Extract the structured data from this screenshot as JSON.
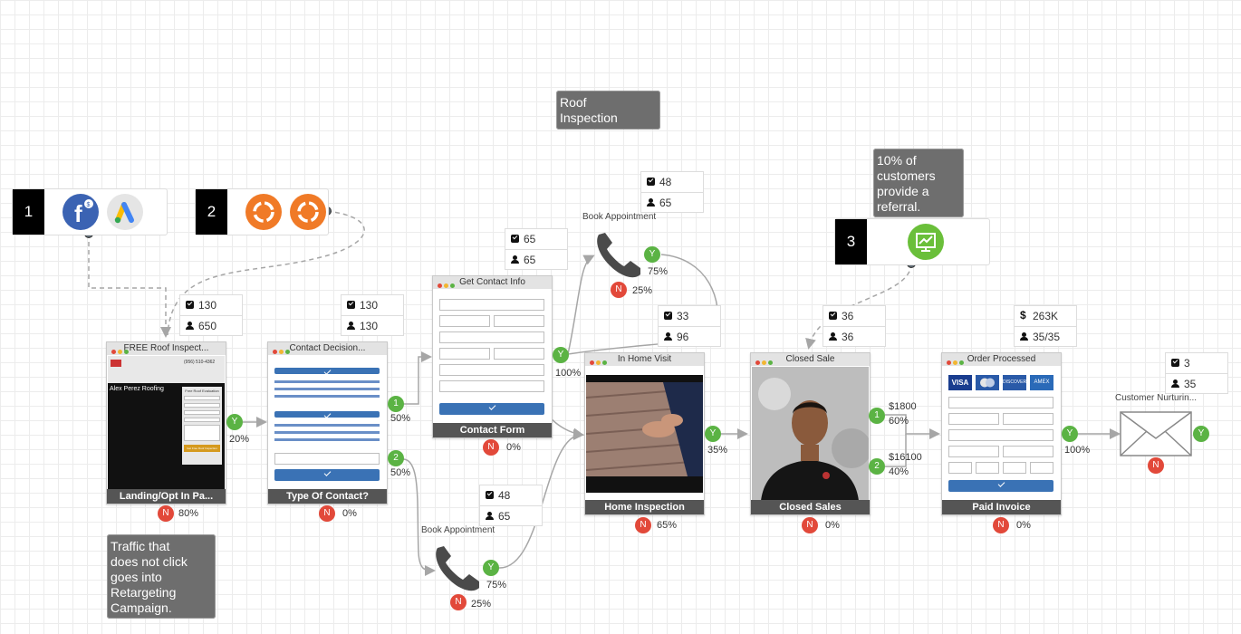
{
  "notes": {
    "top": "Roof\nInspection",
    "referral": "10% of\ncustomers\nprovide a\nreferral.",
    "retargeting": "Traffic that\ndoes not click\ngoes into\nRetargeting\nCampaign."
  },
  "sources": [
    {
      "number": "1",
      "icons": [
        "facebook-ads-icon",
        "google-ads-icon"
      ]
    },
    {
      "number": "2",
      "icons": [
        "retargeting-icon",
        "retargeting-icon"
      ]
    },
    {
      "number": "3",
      "icons": [
        "analytics-icon"
      ]
    }
  ],
  "stats": {
    "landing": {
      "checks": "130",
      "users": "650"
    },
    "contact_decision": {
      "checks": "130",
      "users": "130"
    },
    "contact_form": {
      "checks": "65",
      "users": "65"
    },
    "call_top": {
      "checks": "48",
      "users": "65"
    },
    "home_visit": {
      "checks": "33",
      "users": "96"
    },
    "call_bottom": {
      "checks": "48",
      "users": "65"
    },
    "closed_sale": {
      "checks": "36",
      "users": "36"
    },
    "order": {
      "dollar": "263K",
      "users": "35/35"
    },
    "nurture": {
      "checks": "3",
      "users": "35"
    }
  },
  "nodes": {
    "landing": {
      "title": "FREE Roof Inspect...",
      "label": "Landing/Opt In Pa...",
      "yes": "Y",
      "yes_pct": "20%",
      "no": "N",
      "no_pct": "80%",
      "preview": {
        "company": "Alex Perez Roofing",
        "phone": "(956) 510-4362",
        "form_title": "Free Roof Evaluation",
        "submit": "Get Free Roof Inspection"
      }
    },
    "contact_decision": {
      "title": "Contact Decision...",
      "label": "Type Of Contact?",
      "no": "N",
      "no_pct": "0%",
      "out1": "1",
      "out1_pct": "50%",
      "out2": "2",
      "out2_pct": "50%"
    },
    "contact_form": {
      "title": "Get Contact Info",
      "label": "Contact Form",
      "yes": "Y",
      "yes_pct": "100%",
      "no": "N",
      "no_pct": "0%"
    },
    "call_top": {
      "title": "Book Appointment",
      "yes": "Y",
      "yes_pct": "75%",
      "no": "N",
      "no_pct": "25%"
    },
    "call_bottom": {
      "title": "Book Appointment",
      "yes": "Y",
      "yes_pct": "75%",
      "no": "N",
      "no_pct": "25%"
    },
    "home_visit": {
      "title": "In Home Visit",
      "label": "Home Inspection",
      "yes": "Y",
      "yes_pct": "35%",
      "no": "N",
      "no_pct": "65%"
    },
    "closed_sale": {
      "title": "Closed Sale",
      "label": "Closed Sales",
      "no": "N",
      "no_pct": "0%",
      "out1": "1",
      "out1_value": "$1800",
      "out1_pct": "60%",
      "out2": "2",
      "out2_value": "$16100",
      "out2_pct": "40%"
    },
    "order": {
      "title": "Order Processed",
      "label": "Paid Invoice",
      "yes": "Y",
      "yes_pct": "100%",
      "no": "N",
      "no_pct": "0%",
      "cards": [
        "VISA",
        "MC",
        "DISCOVER",
        "AMEX"
      ]
    },
    "nurture": {
      "title": "Customer Nurturin...",
      "yes": "Y",
      "no": "N"
    }
  },
  "colors": {
    "yes": "#5bb344",
    "no": "#e2493a",
    "note": "#6e6e6e",
    "button": "#3a72b5",
    "facebook": "#3b63b3",
    "retarget": "#f07a27",
    "analytics": "#6abf3a"
  }
}
